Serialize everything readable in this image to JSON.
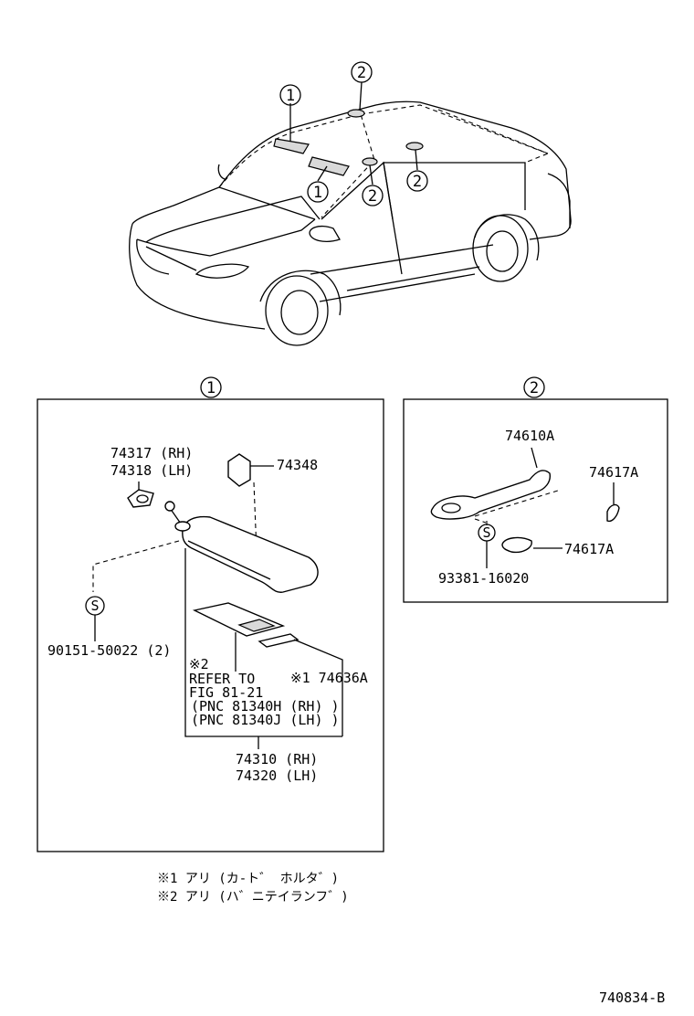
{
  "callouts": {
    "one": "1",
    "two": "2"
  },
  "box1": {
    "parts": {
      "p74317": "74317 (RH)",
      "p74318": "74318 (LH)",
      "p74348": "74348",
      "screw": "90151-50022 (2)",
      "screw_symbol": "S",
      "note2": "※2",
      "refer_to": "REFER TO",
      "fig": "FIG 81-21",
      "pnc_rh": "(PNC 81340H (RH) )",
      "pnc_lh": "(PNC 81340J (LH) )",
      "p74636": "※1 74636A",
      "p74310": "74310 (RH)",
      "p74320": "74320 (LH)"
    }
  },
  "box2": {
    "parts": {
      "p74610": "74610A",
      "p74617_top": "74617A",
      "p74617_bottom": "74617A",
      "screw": "93381-16020",
      "screw_symbol": "S"
    }
  },
  "footnotes": {
    "note1": "※1  アリ (カ-ト゛ ホルタ゛)",
    "note2": "※2  アリ (ハ゛ニテイランフ゛)"
  },
  "figure_code": "740834-B"
}
